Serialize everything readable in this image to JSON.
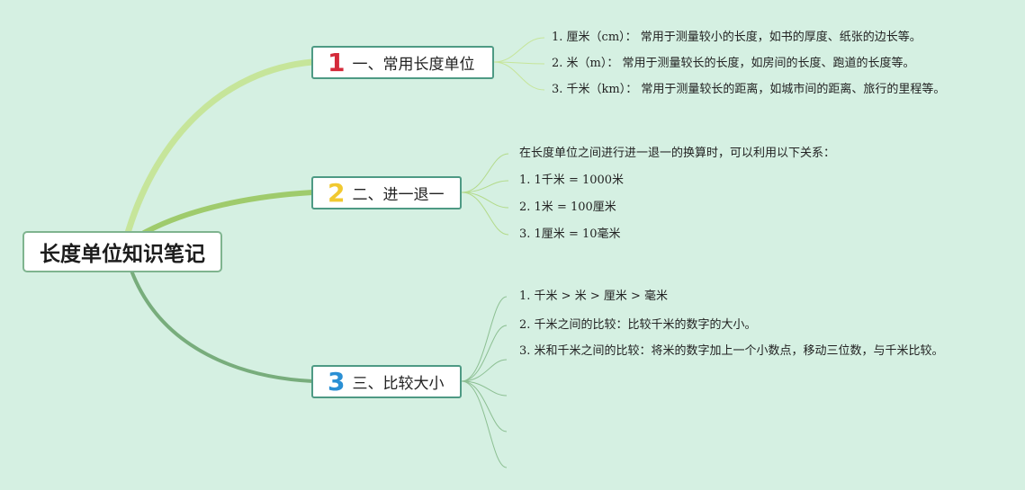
{
  "root": {
    "title": "长度单位知识笔记"
  },
  "branches": [
    {
      "number": "1",
      "label": "一、常用长度单位",
      "leaves": [
        "1. 厘米（cm）： 常用于测量较小的长度，如书的厚度、纸张的边长等。",
        "2. 米（m）： 常用于测量较长的长度，如房间的长度、跑道的长度等。",
        "3. 千米（km）： 常用于测量较长的距离，如城市间的距离、旅行的里程等。"
      ]
    },
    {
      "number": "2",
      "label": "二、进一退一",
      "leaves": [
        "在长度单位之间进行进一退一的换算时，可以利用以下关系：",
        "1. 1千米 = 1000米",
        "2. 1米 = 100厘米",
        "3. 1厘米 = 10毫米"
      ]
    },
    {
      "number": "3",
      "label": "三、比较大小",
      "leaves": [
        "1. 千米 > 米 > 厘米 > 毫米",
        "2. 千米之间的比较：比较千米的数字的大小。",
        "3. 米和千米之间的比较：将米的数字加上一个小数点，移动三位数，与千米比较。"
      ]
    }
  ],
  "colors": {
    "background": "#d5f0e2",
    "branch1_line": "#c6e59a",
    "branch2_line": "#9fcb6c",
    "branch3_line": "#78ad7c",
    "node_border": "#4e9a84"
  }
}
